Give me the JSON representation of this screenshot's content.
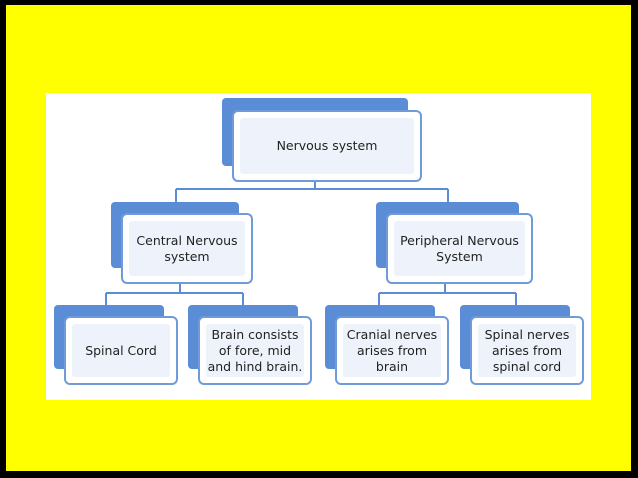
{
  "diagram": {
    "root": {
      "label": "Nervous system"
    },
    "central": {
      "label": "Central Nervous\nsystem"
    },
    "peripheral": {
      "label": "Peripheral Nervous\nSystem"
    },
    "spinal_cord": {
      "label": "Spinal Cord"
    },
    "brain": {
      "label": "Brain consists\nof fore, mid\nand hind brain."
    },
    "cranial": {
      "label": "Cranial nerves\narises from\nbrain"
    },
    "spinal_nerves": {
      "label": "Spinal nerves\narises from\nspinal cord"
    }
  },
  "colors": {
    "frame": "#ffff00",
    "border": "#000000",
    "accent": "#5b8dd6",
    "box_fill": "#eef3fb"
  }
}
